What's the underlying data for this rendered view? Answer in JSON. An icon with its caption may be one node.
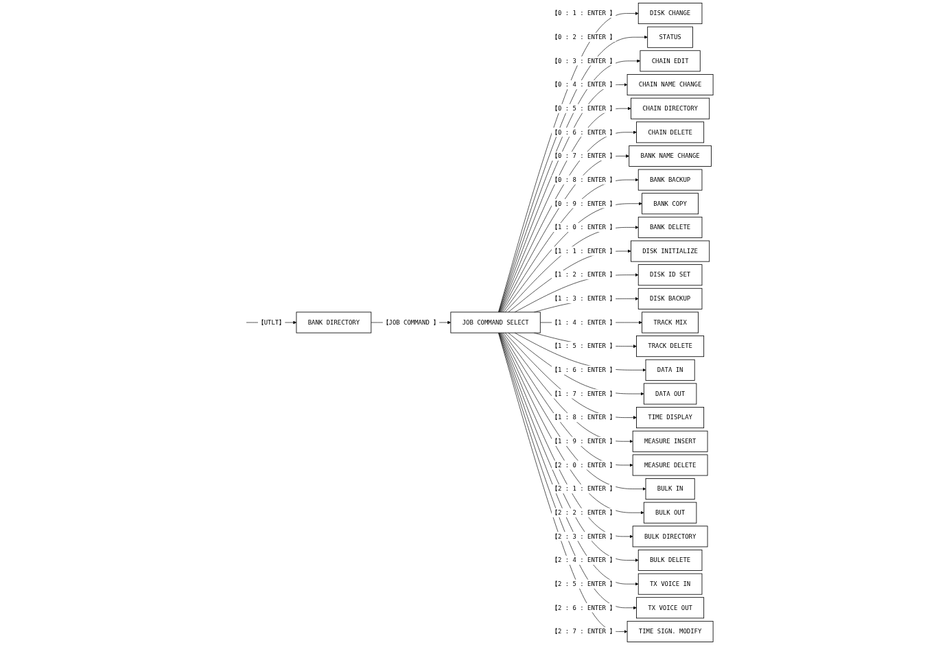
{
  "diagram": {
    "nodes": [
      {
        "text": [
          "BANK DIRECTORY"
        ]
      },
      {
        "text": [
          "JOB COMMAND SELECT"
        ]
      },
      {
        "text": [
          "DISK CHANGE"
        ]
      },
      {
        "text": [
          "STATUS"
        ]
      },
      {
        "text": [
          "CHAIN EDIT"
        ]
      },
      {
        "text": [
          "CHAIN NAME CHANGE"
        ]
      },
      {
        "text": [
          "CHAIN DIRECTORY"
        ]
      },
      {
        "text": [
          "CHAIN DELETE"
        ]
      },
      {
        "text": [
          "BANK NAME CHANGE"
        ]
      },
      {
        "text": [
          "BANK BACKUP"
        ]
      },
      {
        "text": [
          "BANK COPY"
        ]
      },
      {
        "text": [
          "BANK DELETE"
        ]
      },
      {
        "text": [
          "DISK INITIALIZE"
        ]
      },
      {
        "text": [
          "DISK ID SET"
        ]
      },
      {
        "text": [
          "DISK BACKUP"
        ]
      },
      {
        "text": [
          "TRACK MIX"
        ]
      },
      {
        "text": [
          "TRACK DELETE"
        ]
      },
      {
        "text": [
          "DATA IN"
        ]
      },
      {
        "text": [
          "DATA OUT"
        ]
      },
      {
        "text": [
          "TIME DISPLAY"
        ]
      },
      {
        "text": [
          "MEASURE INSERT"
        ]
      },
      {
        "text": [
          "MEASURE DELETE"
        ]
      },
      {
        "text": [
          "BULK IN"
        ]
      },
      {
        "text": [
          "BULK OUT"
        ]
      },
      {
        "text": [
          "BULK DIRECTORY"
        ]
      },
      {
        "text": [
          "BULK DELETE"
        ]
      },
      {
        "text": [
          "TX VOICE IN"
        ]
      },
      {
        "text": [
          "TX VOICE OUT"
        ]
      },
      {
        "text": [
          "TIME SIGN. MODIFY"
        ]
      }
    ],
    "edges": [
      {
        "from": null,
        "to": 0,
        "arrow": "to",
        "label": "【UTLT】"
      },
      {
        "from": 0,
        "to": 1,
        "arrow": "to",
        "label": "【JOB COMMAND 】"
      },
      {
        "from": 1,
        "to": 2,
        "arrow": "to",
        "label": "【0 : 1 : ENTER 】"
      },
      {
        "from": 1,
        "to": 3,
        "arrow": "to",
        "label": "【0 : 2 : ENTER 】"
      },
      {
        "from": 1,
        "to": 4,
        "arrow": "to",
        "label": "【0 : 3 : ENTER 】"
      },
      {
        "from": 1,
        "to": 5,
        "arrow": "to",
        "label": "【0 : 4 : ENTER 】"
      },
      {
        "from": 1,
        "to": 6,
        "arrow": "to",
        "label": "【0 : 5 : ENTER 】"
      },
      {
        "from": 1,
        "to": 7,
        "arrow": "to",
        "label": "【0 : 6 : ENTER 】"
      },
      {
        "from": 1,
        "to": 8,
        "arrow": "to",
        "label": "【0 : 7 : ENTER 】"
      },
      {
        "from": 1,
        "to": 9,
        "arrow": "to",
        "label": "【0 : 8 : ENTER 】"
      },
      {
        "from": 1,
        "to": 10,
        "arrow": "to",
        "label": "【0 : 9 : ENTER 】"
      },
      {
        "from": 1,
        "to": 11,
        "arrow": "to",
        "label": "【1 : 0 : ENTER 】"
      },
      {
        "from": 1,
        "to": 12,
        "arrow": "to",
        "label": "【1 : 1 : ENTER 】"
      },
      {
        "from": 1,
        "to": 13,
        "arrow": "to",
        "label": "【1 : 2 : ENTER 】"
      },
      {
        "from": 1,
        "to": 14,
        "arrow": "to",
        "label": "【1 : 3 : ENTER 】"
      },
      {
        "from": 1,
        "to": 15,
        "arrow": "to",
        "label": "【1 : 4 : ENTER 】"
      },
      {
        "from": 1,
        "to": 16,
        "arrow": "to",
        "label": "【1 : 5 : ENTER 】"
      },
      {
        "from": 1,
        "to": 17,
        "arrow": "to",
        "label": "【1 : 6 : ENTER 】"
      },
      {
        "from": 1,
        "to": 18,
        "arrow": "to",
        "label": "【1 : 7 : ENTER 】"
      },
      {
        "from": 1,
        "to": 19,
        "arrow": "to",
        "label": "【1 : 8 : ENTER 】"
      },
      {
        "from": 1,
        "to": 20,
        "arrow": "to",
        "label": "【1 : 9 : ENTER 】"
      },
      {
        "from": 1,
        "to": 21,
        "arrow": "to",
        "label": "【2 : 0 : ENTER 】"
      },
      {
        "from": 1,
        "to": 22,
        "arrow": "to",
        "label": "【2 : 1 : ENTER 】"
      },
      {
        "from": 1,
        "to": 23,
        "arrow": "to",
        "label": "【2 : 2 : ENTER 】"
      },
      {
        "from": 1,
        "to": 24,
        "arrow": "to",
        "label": "【2 : 3 : ENTER 】"
      },
      {
        "from": 1,
        "to": 25,
        "arrow": "to",
        "label": "【2 : 4 : ENTER 】"
      },
      {
        "from": 1,
        "to": 26,
        "arrow": "to",
        "label": "【2 : 5 : ENTER 】"
      },
      {
        "from": 1,
        "to": 27,
        "arrow": "to",
        "label": "【2 : 6 : ENTER 】"
      },
      {
        "from": 1,
        "to": 28,
        "arrow": "to",
        "label": "【2 : 7 : ENTER 】"
      }
    ]
  }
}
